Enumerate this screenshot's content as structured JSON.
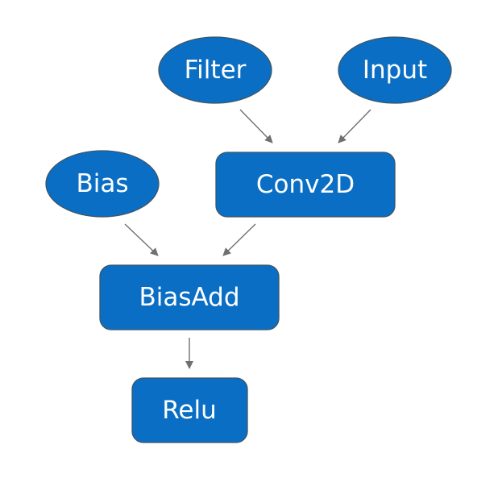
{
  "colors": {
    "node_fill": "#0a6fc4",
    "edge": "#707070"
  },
  "nodes": {
    "filter": {
      "label": "Filter",
      "shape": "ellipse"
    },
    "input": {
      "label": "Input",
      "shape": "ellipse"
    },
    "bias": {
      "label": "Bias",
      "shape": "ellipse"
    },
    "conv2d": {
      "label": "Conv2D",
      "shape": "rounded-rect"
    },
    "biasadd": {
      "label": "BiasAdd",
      "shape": "rounded-rect"
    },
    "relu": {
      "label": "Relu",
      "shape": "rounded-rect"
    }
  },
  "edges": [
    {
      "from": "filter",
      "to": "conv2d"
    },
    {
      "from": "input",
      "to": "conv2d"
    },
    {
      "from": "bias",
      "to": "biasadd"
    },
    {
      "from": "conv2d",
      "to": "biasadd"
    },
    {
      "from": "biasadd",
      "to": "relu"
    }
  ]
}
